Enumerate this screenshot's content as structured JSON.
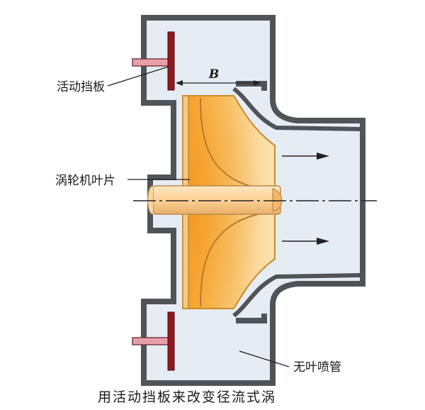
{
  "labels": {
    "movable_baffle": "活动挡板",
    "turbine_blade": "涡轮机叶片",
    "vaneless_nozzle": "无叶喷管",
    "dimension_b": "B"
  },
  "caption": "用活动挡板来改变径流式涡",
  "colors": {
    "housing_fill": "#e6ecf3",
    "housing_stroke": "#505458",
    "baffle": "#8e1a20",
    "rod": "#e8a0a8",
    "wheel_light": "#fbe5bc",
    "wheel_dark": "#f09e24",
    "shaft": "#fcd9a4"
  }
}
